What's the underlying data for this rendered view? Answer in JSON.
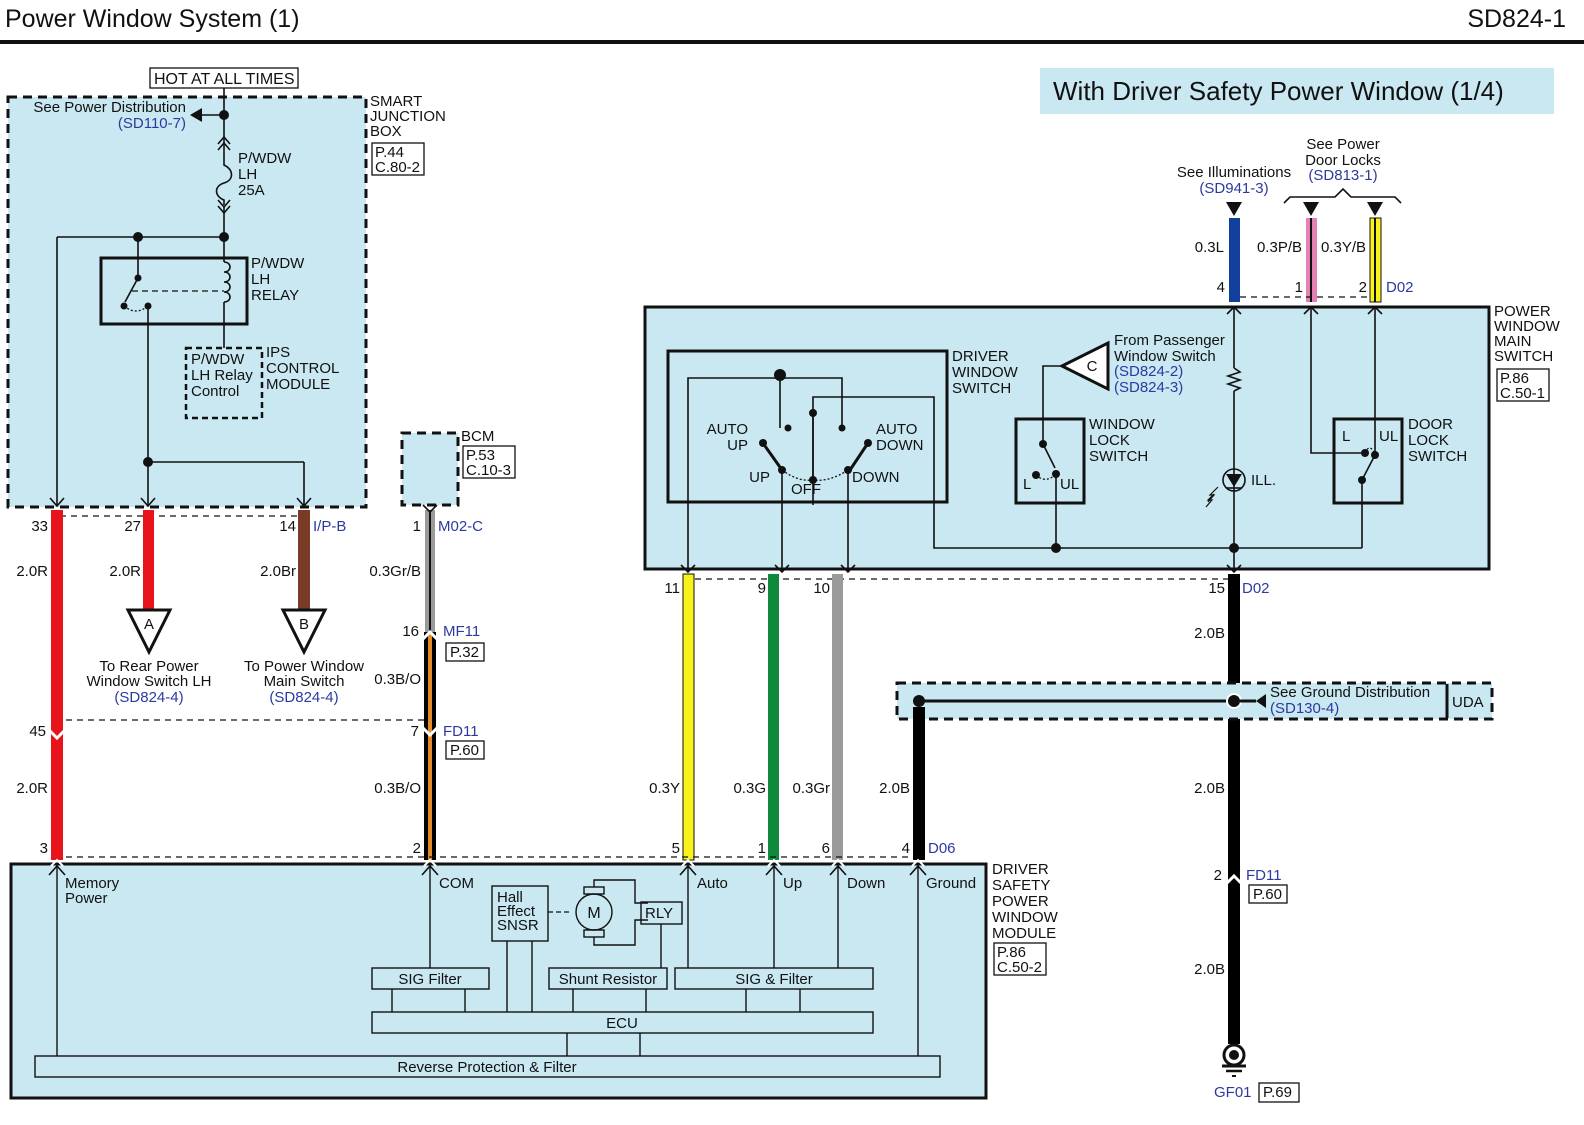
{
  "header": {
    "title": "Power Window System (1)",
    "page_code": "SD824-1",
    "banner": "With Driver Safety Power Window (1/4)"
  },
  "colors": {
    "module_fill": "#c9e8f1",
    "link_text": "#2b3aa0",
    "wire_red": "#e8141b",
    "wire_brown": "#7a3b26",
    "wire_gray": "#9a9a9a",
    "wire_black": "#000000",
    "wire_orange": "#e08a2a",
    "wire_yellow": "#f7f21a",
    "wire_green": "#0f8a3c",
    "wire_blue": "#123f9c",
    "wire_pink": "#e67fb4"
  },
  "smart_junction_box": {
    "hot_label": "HOT AT ALL TIMES",
    "see_power": "See Power Distribution",
    "see_power_ref": "(SD110-7)",
    "name_lines": [
      "SMART",
      "JUNCTION",
      "BOX"
    ],
    "ref_lines": [
      "P.44",
      "C.80-2"
    ],
    "fuse_lines": [
      "P/WDW",
      "LH",
      "25A"
    ],
    "relay_lines": [
      "P/WDW",
      "LH",
      "RELAY"
    ],
    "ips_inner_lines": [
      "P/WDW",
      "LH Relay",
      "Control"
    ],
    "ips_lines": [
      "IPS",
      "CONTROL",
      "MODULE"
    ]
  },
  "bcm": {
    "name": "BCM",
    "ref_lines": [
      "P.53",
      "C.10-3"
    ]
  },
  "left_wires": [
    {
      "pin_top": "33",
      "gauge_top": "2.0R",
      "pin_mid": "45",
      "gauge_bottom": "2.0R",
      "pin_bottom": "3"
    },
    {
      "pin_top": "27",
      "gauge_top": "2.0R"
    },
    {
      "pin_top": "14",
      "connector": "I/P-B",
      "gauge_top": "2.0Br"
    },
    {
      "pin_top": "1",
      "connector": "M02-C",
      "gauge_top": "0.3Gr/B",
      "pin_mid": "16",
      "mid_connector": "MF11",
      "mid_ref": "P.32",
      "gauge_mid": "0.3B/O",
      "pin_low": "7",
      "low_connector": "FD11",
      "low_ref": "P.60",
      "gauge_bottom": "0.3B/O",
      "pin_bottom": "2"
    }
  ],
  "offpage": [
    {
      "letter": "A",
      "lines": [
        "To Rear Power",
        "Window Switch LH"
      ],
      "ref": "(SD824-4)"
    },
    {
      "letter": "B",
      "lines": [
        "To Power Window",
        "Main Switch"
      ],
      "ref": "(SD824-4)"
    },
    {
      "letter": "C",
      "lines": [
        "From Passenger",
        "Window Switch"
      ],
      "refs": [
        "(SD824-2)",
        "(SD824-3)"
      ]
    }
  ],
  "main_switch": {
    "name_lines": [
      "POWER",
      "WINDOW",
      "MAIN",
      "SWITCH"
    ],
    "ref_lines": [
      "P.86",
      "C.50-1"
    ],
    "driver_switch_lines": [
      "DRIVER",
      "WINDOW",
      "SWITCH"
    ],
    "positions": {
      "auto_up": [
        "AUTO",
        "UP"
      ],
      "up": "UP",
      "off": "OFF",
      "down": "DOWN",
      "auto_down": [
        "AUTO",
        "DOWN"
      ]
    },
    "window_lock_lines": [
      "WINDOW",
      "LOCK",
      "SWITCH"
    ],
    "door_lock_lines": [
      "DOOR",
      "LOCK",
      "SWITCH"
    ],
    "lock_l": "L",
    "lock_ul": "UL",
    "ill": "ILL.",
    "top_connector": "D02",
    "bottom_connector": "D02",
    "top_pins": [
      {
        "pin": "4",
        "gauge": "0.3L"
      },
      {
        "pin": "1",
        "gauge": "0.3P/B"
      },
      {
        "pin": "2",
        "gauge": "0.3Y/B"
      }
    ],
    "see_illuminations": "See Illuminations",
    "see_illuminations_ref": "(SD941-3)",
    "see_door_locks_lines": [
      "See Power",
      "Door Locks"
    ],
    "see_door_locks_ref": "(SD813-1)"
  },
  "mid_wires": [
    {
      "pin_top": "11",
      "gauge": "0.3Y",
      "pin_bottom": "5"
    },
    {
      "pin_top": "9",
      "gauge": "0.3G",
      "pin_bottom": "1"
    },
    {
      "pin_top": "10",
      "gauge": "0.3Gr",
      "pin_bottom": "6"
    },
    {
      "gauge": "2.0B",
      "pin_bottom": "4",
      "connector": "D06"
    }
  ],
  "ground": {
    "pin_top": "15",
    "gauge_1": "2.0B",
    "see_ground": "See Ground Distribution",
    "see_ground_ref": "(SD130-4)",
    "splice": "UDA",
    "gauge_2": "2.0B",
    "pin_mid": "2",
    "mid_connector": "FD11",
    "mid_ref": "P.60",
    "gauge_3": "2.0B",
    "ground_point": "GF01",
    "ground_ref": "P.69"
  },
  "dspw_module": {
    "name_lines": [
      "DRIVER",
      "SAFETY",
      "POWER",
      "WINDOW",
      "MODULE"
    ],
    "ref_lines": [
      "P.86",
      "C.50-2"
    ],
    "terminals": [
      "Memory",
      "Power",
      "COM",
      "Auto",
      "Up",
      "Down",
      "Ground"
    ],
    "hall_lines": [
      "Hall",
      "Effect",
      "SNSR"
    ],
    "motor": "M",
    "relay": "RLY",
    "sig_filter": "SIG Filter",
    "shunt": "Shunt Resistor",
    "sig_and_filter": "SIG & Filter",
    "ecu": "ECU",
    "reverse": "Reverse Protection & Filter"
  }
}
